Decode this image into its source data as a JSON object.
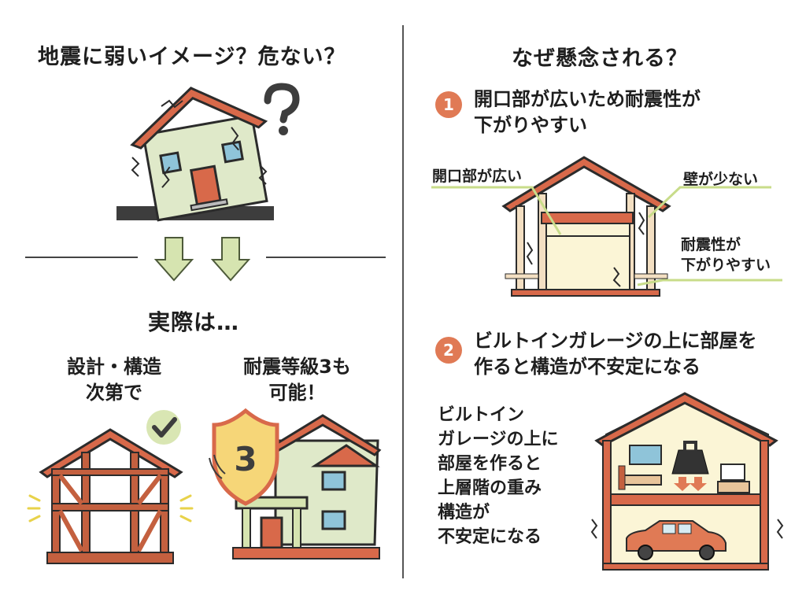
{
  "left": {
    "title": "地震に弱いイメージ？危ない？",
    "reality": "実際は…",
    "point1": [
      "設計・構造",
      "次第で"
    ],
    "point2": [
      "耐震等級3も",
      "可能！"
    ],
    "shield_number": "3"
  },
  "right": {
    "title": "なぜ懸念される？",
    "reason1": {
      "number": "1",
      "text": [
        "開口部が広いため耐震性が",
        "下がりやすい"
      ],
      "labels": {
        "opening": "開口部が広い",
        "walls": "壁が少ない",
        "quake": [
          "耐震性が",
          "下がりやすい"
        ]
      }
    },
    "reason2": {
      "number": "2",
      "text": [
        "ビルトインガレージの上に部屋を",
        "作ると構造が不安定になる"
      ],
      "note": [
        "ビルトイン",
        "ガレージの上に",
        "部屋を作ると",
        "上層階の重み",
        "構造が",
        "不安定になる"
      ]
    }
  },
  "colors": {
    "roof": "#d8694a",
    "wall": "#dfe9c9",
    "frame": "#c4603f",
    "arrow": "#d6e4b0",
    "accent": "#e07a55",
    "check": "#d9e6b3",
    "shield": "#f6d678"
  }
}
